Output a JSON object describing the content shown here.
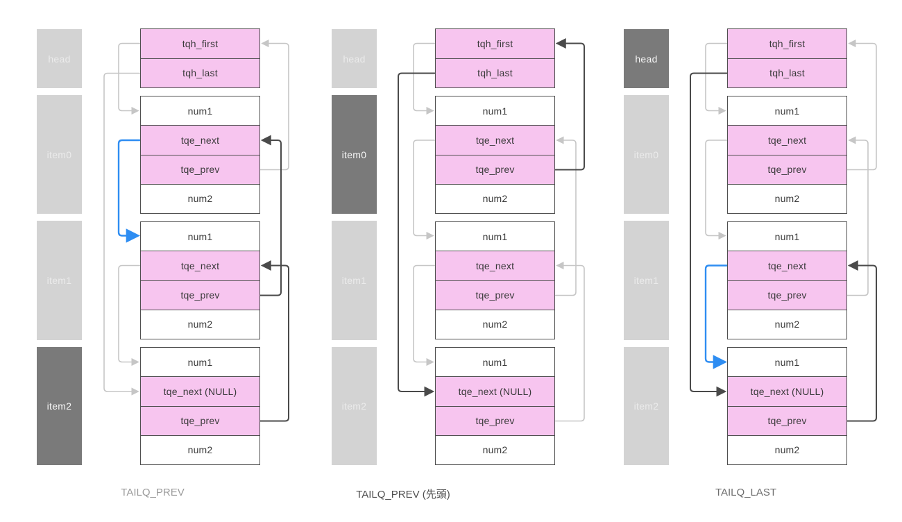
{
  "colors": {
    "arrow_light": "#c6c6c6",
    "arrow_dark": "#4a4a4a",
    "arrow_blue": "#2e8df2",
    "box_pink": "#f7c5ef",
    "box_border": "#4f4f4f",
    "label_light_bg": "#d3d3d3",
    "label_light_text": "#ebebeb",
    "label_dark_bg": "#7a7a7a",
    "label_dark_text": "#f6f6f6",
    "caption_light": "#9a9a9a",
    "caption_dark": "#4f4f4f",
    "caption_mid": "#6e6e6e"
  },
  "columns": [
    {
      "caption": "TAILQ_PREV",
      "labels": [
        {
          "text": "head",
          "emphasis": false
        },
        {
          "text": "item0",
          "emphasis": false
        },
        {
          "text": "item1",
          "emphasis": false
        },
        {
          "text": "item2",
          "emphasis": true
        }
      ],
      "head_fields": [
        "tqh_first",
        "tqh_last"
      ],
      "items": [
        {
          "fields": [
            "num1",
            "tqe_next",
            "tqe_prev",
            "num2"
          ]
        },
        {
          "fields": [
            "num1",
            "tqe_next",
            "tqe_prev",
            "num2"
          ]
        },
        {
          "fields": [
            "num1",
            "tqe_next (NULL)",
            "tqe_prev",
            "num2"
          ]
        }
      ],
      "arrows": [
        {
          "from": "head.tqh_first",
          "to": "item0.num1",
          "tone": "light"
        },
        {
          "from": "head.tqh_last",
          "to": "item2.tqe_next",
          "tone": "light"
        },
        {
          "from": "item0.tqe_next",
          "to": "item1.num1",
          "tone": "blue"
        },
        {
          "from": "item1.tqe_next",
          "to": "item2.num1",
          "tone": "light"
        },
        {
          "from": "item0.tqe_prev",
          "to": "head.tqh_first",
          "tone": "light"
        },
        {
          "from": "item1.tqe_prev",
          "to": "item0.tqe_next",
          "tone": "dark"
        },
        {
          "from": "item2.tqe_prev",
          "to": "item1.tqe_next",
          "tone": "dark"
        }
      ]
    },
    {
      "caption": "TAILQ_PREV (先頭)",
      "labels": [
        {
          "text": "head",
          "emphasis": false
        },
        {
          "text": "item0",
          "emphasis": true
        },
        {
          "text": "item1",
          "emphasis": false
        },
        {
          "text": "item2",
          "emphasis": false
        }
      ],
      "head_fields": [
        "tqh_first",
        "tqh_last"
      ],
      "items": [
        {
          "fields": [
            "num1",
            "tqe_next",
            "tqe_prev",
            "num2"
          ]
        },
        {
          "fields": [
            "num1",
            "tqe_next",
            "tqe_prev",
            "num2"
          ]
        },
        {
          "fields": [
            "num1",
            "tqe_next (NULL)",
            "tqe_prev",
            "num2"
          ]
        }
      ],
      "arrows": [
        {
          "from": "head.tqh_first",
          "to": "item0.num1",
          "tone": "light"
        },
        {
          "from": "head.tqh_last",
          "to": "item2.tqe_next",
          "tone": "dark"
        },
        {
          "from": "item0.tqe_next",
          "to": "item1.num1",
          "tone": "light"
        },
        {
          "from": "item1.tqe_next",
          "to": "item2.num1",
          "tone": "light"
        },
        {
          "from": "item0.tqe_prev",
          "to": "head.tqh_first",
          "tone": "dark"
        },
        {
          "from": "item1.tqe_prev",
          "to": "item0.tqe_next",
          "tone": "light"
        },
        {
          "from": "item2.tqe_prev",
          "to": "item1.tqe_next",
          "tone": "light"
        }
      ]
    },
    {
      "caption": "TAILQ_LAST",
      "labels": [
        {
          "text": "head",
          "emphasis": true
        },
        {
          "text": "item0",
          "emphasis": false
        },
        {
          "text": "item1",
          "emphasis": false
        },
        {
          "text": "item2",
          "emphasis": false
        }
      ],
      "head_fields": [
        "tqh_first",
        "tqh_last"
      ],
      "items": [
        {
          "fields": [
            "num1",
            "tqe_next",
            "tqe_prev",
            "num2"
          ]
        },
        {
          "fields": [
            "num1",
            "tqe_next",
            "tqe_prev",
            "num2"
          ]
        },
        {
          "fields": [
            "num1",
            "tqe_next (NULL)",
            "tqe_prev",
            "num2"
          ]
        }
      ],
      "arrows": [
        {
          "from": "head.tqh_first",
          "to": "item0.num1",
          "tone": "light"
        },
        {
          "from": "head.tqh_last",
          "to": "item2.tqe_next",
          "tone": "dark"
        },
        {
          "from": "item0.tqe_next",
          "to": "item1.num1",
          "tone": "light"
        },
        {
          "from": "item1.tqe_next",
          "to": "item2.num1",
          "tone": "blue"
        },
        {
          "from": "item0.tqe_prev",
          "to": "head.tqh_first",
          "tone": "light"
        },
        {
          "from": "item1.tqe_prev",
          "to": "item0.tqe_next",
          "tone": "light"
        },
        {
          "from": "item2.tqe_prev",
          "to": "item1.tqe_next",
          "tone": "dark"
        }
      ]
    }
  ]
}
